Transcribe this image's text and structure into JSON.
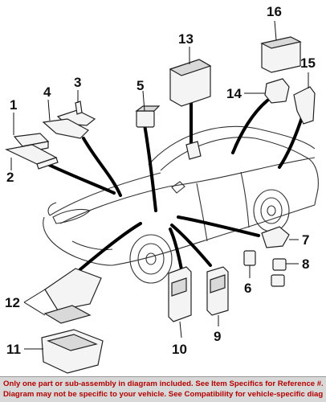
{
  "callouts": {
    "c1": "1",
    "c2": "2",
    "c3": "3",
    "c4": "4",
    "c5": "5",
    "c6": "6",
    "c7": "7",
    "c8": "8",
    "c9": "9",
    "c10": "10",
    "c11": "11",
    "c12": "12",
    "c13": "13",
    "c14": "14",
    "c15": "15",
    "c16": "16"
  },
  "disclaimer": {
    "line1": "Only one part or sub-assembly in diagram included. See Item Specifics for Reference #.",
    "line2": "Diagram may not be specific to your vehicle. See Compatibility for vehicle-specific diagrams."
  },
  "colors": {
    "disclaimer_text": "#b30000",
    "disclaimer_bg": "#d8d8d8"
  }
}
